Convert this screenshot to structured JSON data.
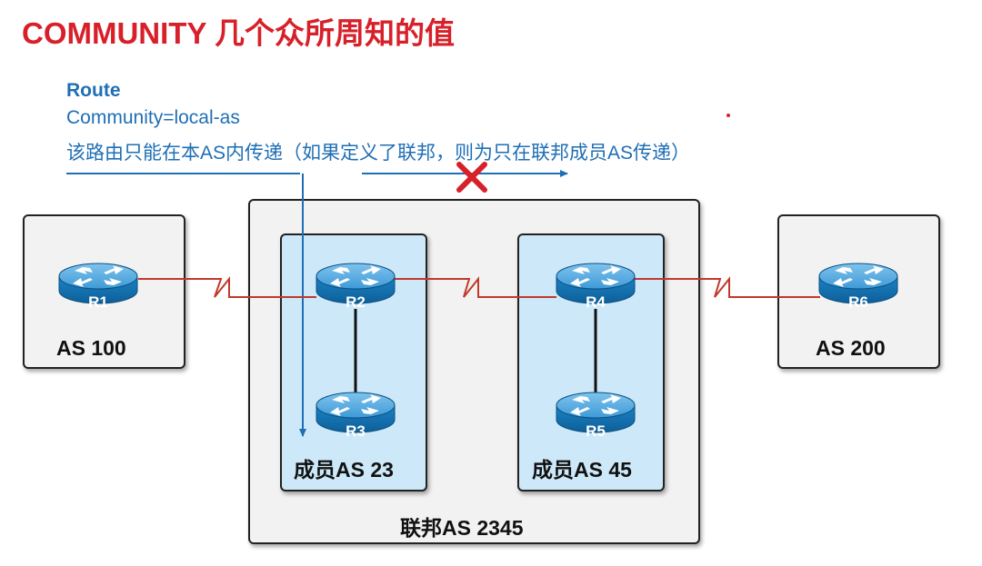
{
  "title": "COMMUNITY 几个众所周知的值",
  "route": {
    "heading": "Route",
    "community": "Community=local-as",
    "description": "该路由只能在本AS内传递（如果定义了联邦，则为只在联邦成员AS传递）"
  },
  "autonomous_systems": {
    "as100": "AS 100",
    "as200": "AS 200",
    "member23": "成员AS 23",
    "member45": "成员AS 45",
    "federation": "联邦AS 2345"
  },
  "routers": {
    "r1": "R1",
    "r2": "R2",
    "r3": "R3",
    "r4": "R4",
    "r5": "R5",
    "r6": "R6"
  },
  "colors": {
    "title": "#d7202a",
    "text_blue": "#1f6fb5",
    "serial_link": "#c0392b",
    "blocked_mark": "#d7202a",
    "member_fill": "#cde8f8",
    "outer_fill": "#f2f2f2",
    "router_body": "#1c83c6"
  },
  "icons": {
    "router": "router-icon",
    "blocked": "blocked-x-icon"
  }
}
